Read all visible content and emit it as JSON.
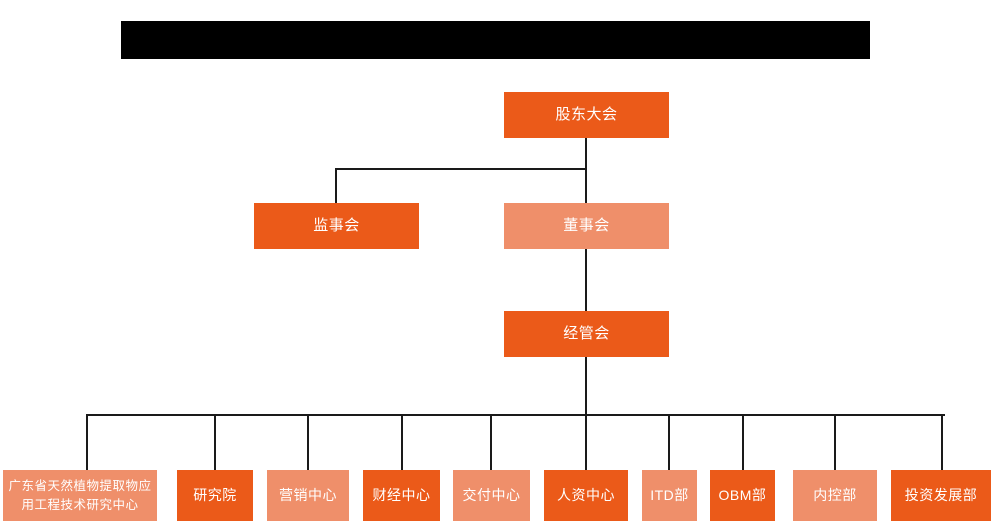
{
  "diagram": {
    "type": "organization-chart",
    "colors": {
      "primary": "#eb5a19",
      "secondary": "#ef8f6a",
      "connector": "#1a1a1a",
      "background": "#ffffff",
      "redaction": "#000000"
    },
    "header": {
      "redacted_bar_label": ""
    },
    "levels": [
      {
        "level": 1,
        "nodes": [
          {
            "id": "shareholders",
            "label": "股东大会",
            "style": "primary"
          }
        ]
      },
      {
        "level": 2,
        "nodes": [
          {
            "id": "supervisors",
            "label": "监事会",
            "style": "primary"
          },
          {
            "id": "directors",
            "label": "董事会",
            "style": "secondary"
          }
        ]
      },
      {
        "level": 3,
        "nodes": [
          {
            "id": "management",
            "label": "经管会",
            "style": "primary"
          }
        ]
      },
      {
        "level": 4,
        "nodes": [
          {
            "id": "rd-center",
            "label_line1": "广东省天然植物提取物应",
            "label_line2": "用工程技术研究中心",
            "style": "secondary"
          },
          {
            "id": "research-institute",
            "label": "研究院",
            "style": "primary"
          },
          {
            "id": "marketing-center",
            "label": "营销中心",
            "style": "secondary"
          },
          {
            "id": "finance-center",
            "label": "财经中心",
            "style": "primary"
          },
          {
            "id": "delivery-center",
            "label": "交付中心",
            "style": "secondary"
          },
          {
            "id": "hr-center",
            "label": "人资中心",
            "style": "primary"
          },
          {
            "id": "itd-dept",
            "label": "ITD部",
            "style": "secondary"
          },
          {
            "id": "obm-dept",
            "label": "OBM部",
            "style": "primary"
          },
          {
            "id": "internal-control-dept",
            "label": "内控部",
            "style": "secondary"
          },
          {
            "id": "investment-dev-dept",
            "label": "投资发展部",
            "style": "primary"
          }
        ]
      }
    ]
  }
}
